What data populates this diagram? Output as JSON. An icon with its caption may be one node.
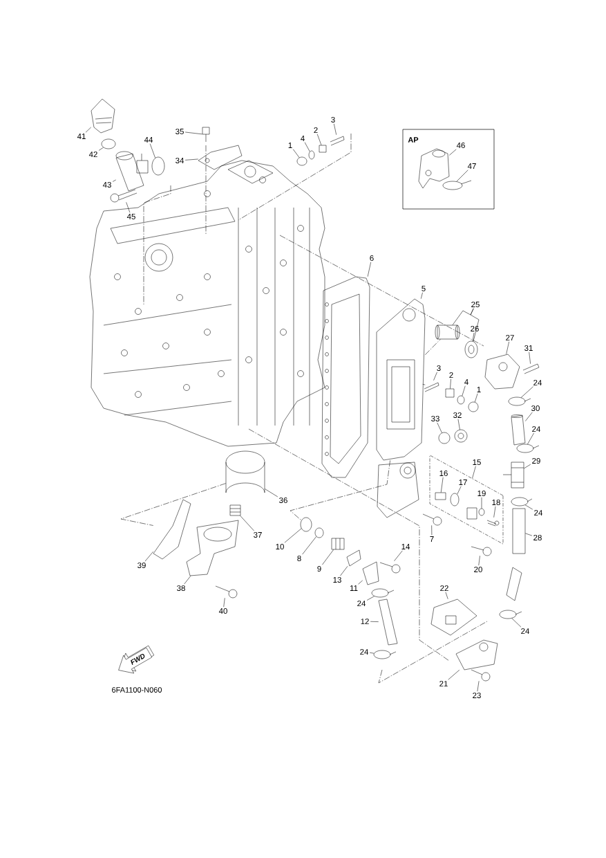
{
  "diagram": {
    "nodes": [
      {
        "text": [
          "41"
        ]
      },
      {
        "text": [
          "35"
        ]
      },
      {
        "text": [
          "3"
        ]
      },
      {
        "text": [
          "2"
        ]
      },
      {
        "text": [
          "4"
        ]
      },
      {
        "text": [
          "1"
        ]
      },
      {
        "text": [
          "44"
        ]
      },
      {
        "text": [
          "AP"
        ]
      },
      {
        "text": [
          "46"
        ],
        "in": 7
      },
      {
        "text": [
          "47"
        ],
        "in": 7
      },
      {
        "text": [
          "42"
        ]
      },
      {
        "text": [
          "34"
        ]
      },
      {
        "text": [
          "43"
        ]
      },
      {
        "text": [
          "45"
        ]
      },
      {
        "text": [
          "6"
        ]
      },
      {
        "text": [
          "5"
        ]
      },
      {
        "text": [
          "25"
        ]
      },
      {
        "text": [
          "26"
        ]
      },
      {
        "text": [
          "27"
        ]
      },
      {
        "text": [
          "31"
        ]
      },
      {
        "text": [
          "3"
        ]
      },
      {
        "text": [
          "2"
        ]
      },
      {
        "text": [
          "4"
        ]
      },
      {
        "text": [
          "24"
        ]
      },
      {
        "text": [
          "1"
        ]
      },
      {
        "text": [
          "30"
        ]
      },
      {
        "text": [
          "32"
        ]
      },
      {
        "text": [
          "33"
        ]
      },
      {
        "text": [
          "24"
        ]
      },
      {
        "text": [
          "29"
        ]
      },
      {
        "text": [
          "15"
        ]
      },
      {
        "text": [
          "16"
        ],
        "in": 113
      },
      {
        "text": [
          "17"
        ],
        "in": 113
      },
      {
        "text": [
          "36"
        ]
      },
      {
        "text": [
          "19"
        ],
        "in": 113
      },
      {
        "text": [
          "18"
        ],
        "in": 113
      },
      {
        "text": [
          "24"
        ]
      },
      {
        "text": [
          "7"
        ]
      },
      {
        "text": [
          "37"
        ]
      },
      {
        "text": [
          "28"
        ]
      },
      {
        "text": [
          "10"
        ]
      },
      {
        "text": [
          "14"
        ]
      },
      {
        "text": [
          "8"
        ]
      },
      {
        "text": [
          "39"
        ]
      },
      {
        "text": [
          "9"
        ]
      },
      {
        "text": [
          "20"
        ]
      },
      {
        "text": [
          "13"
        ]
      },
      {
        "text": [
          "38"
        ]
      },
      {
        "text": [
          "11"
        ]
      },
      {
        "text": [
          "22"
        ]
      },
      {
        "text": [
          "24"
        ]
      },
      {
        "text": [
          "40"
        ]
      },
      {
        "text": [
          "12"
        ]
      },
      {
        "text": [
          "24"
        ]
      },
      {
        "text": [
          "24"
        ]
      },
      {
        "text": [
          "FWD"
        ]
      },
      {
        "text": [
          "21"
        ]
      },
      {
        "text": [
          "23"
        ]
      },
      {
        "text": [],
        "shape": "picture"
      },
      {
        "text": [],
        "shape": "picture"
      },
      {
        "text": [],
        "shape": "picture"
      },
      {
        "text": [],
        "shape": "box"
      },
      {
        "text": [],
        "shape": "circle"
      },
      {
        "text": [],
        "shape": "circle"
      },
      {
        "text": [],
        "shape": "circle"
      },
      {
        "text": [],
        "shape": "picture",
        "in": 7
      },
      {
        "text": [],
        "shape": "circle",
        "in": 7
      },
      {
        "text": [],
        "shape": "circle"
      },
      {
        "text": [],
        "shape": "picture"
      },
      {
        "text": [],
        "shape": "picture"
      },
      {
        "text": [],
        "shape": "picture"
      },
      {
        "text": [],
        "shape": "picture"
      },
      {
        "text": [],
        "shape": "picture"
      },
      {
        "text": [],
        "shape": "cylinder"
      },
      {
        "text": [],
        "shape": "circle"
      },
      {
        "text": [],
        "shape": "picture"
      },
      {
        "text": [],
        "shape": "picture"
      },
      {
        "text": [],
        "shape": "picture"
      },
      {
        "text": [],
        "shape": "box"
      },
      {
        "text": [],
        "shape": "circle"
      },
      {
        "text": [],
        "shape": "circle"
      },
      {
        "text": [],
        "shape": "circle"
      },
      {
        "text": [],
        "shape": "picture"
      },
      {
        "text": [],
        "shape": "circle"
      },
      {
        "text": [],
        "shape": "circle"
      },
      {
        "text": [],
        "shape": "circle"
      },
      {
        "text": [],
        "shape": "picture"
      },
      {
        "text": [],
        "shape": "box",
        "in": 113
      },
      {
        "text": [],
        "shape": "circle",
        "in": 113
      },
      {
        "text": [],
        "shape": "picture"
      },
      {
        "text": [],
        "shape": "circle",
        "in": 113
      },
      {
        "text": [],
        "shape": "picture",
        "in": 113
      },
      {
        "text": [],
        "shape": "circle"
      },
      {
        "text": [],
        "shape": "picture"
      },
      {
        "text": [],
        "shape": "picture"
      },
      {
        "text": [],
        "shape": "box"
      },
      {
        "text": [],
        "shape": "circle"
      },
      {
        "text": [],
        "shape": "picture"
      },
      {
        "text": [],
        "shape": "circle"
      },
      {
        "text": [],
        "shape": "picture"
      },
      {
        "text": [],
        "shape": "picture"
      },
      {
        "text": [],
        "shape": "picture"
      },
      {
        "text": [],
        "shape": "picture"
      },
      {
        "text": [],
        "shape": "picture"
      },
      {
        "text": [],
        "shape": "picture"
      },
      {
        "text": [],
        "shape": "picture"
      },
      {
        "text": [],
        "shape": "circle"
      },
      {
        "text": [],
        "shape": "picture"
      },
      {
        "text": [],
        "shape": "picture"
      },
      {
        "text": [],
        "shape": "circle"
      },
      {
        "text": [],
        "shape": "circle"
      },
      {
        "text": [],
        "shape": "picture"
      },
      {
        "text": [],
        "shape": "picture"
      },
      {
        "text": [],
        "shape": "box"
      }
    ],
    "edges": [
      {
        "from": 0,
        "to": 58,
        "arrow": "none"
      },
      {
        "from": 1,
        "to": 59,
        "arrow": "none"
      },
      {
        "from": 2,
        "to": 60,
        "arrow": "none"
      },
      {
        "from": 3,
        "to": 61,
        "arrow": "none"
      },
      {
        "from": 4,
        "to": 62,
        "arrow": "none"
      },
      {
        "from": 5,
        "to": 63,
        "arrow": "none"
      },
      {
        "from": 6,
        "to": 64,
        "arrow": "none"
      },
      {
        "from": 8,
        "to": 65,
        "arrow": "none"
      },
      {
        "from": 9,
        "to": 66,
        "arrow": "none"
      },
      {
        "from": 10,
        "to": 67,
        "arrow": "none"
      },
      {
        "from": 11,
        "to": 68,
        "arrow": "none"
      },
      {
        "from": 12,
        "to": 69,
        "arrow": "none"
      },
      {
        "from": 13,
        "to": 70,
        "arrow": "none"
      },
      {
        "from": 14,
        "to": 71,
        "arrow": "none"
      },
      {
        "from": 15,
        "to": 72,
        "arrow": "none"
      },
      {
        "from": 16,
        "to": 73,
        "arrow": "none"
      },
      {
        "from": 16,
        "to": 74,
        "arrow": "none"
      },
      {
        "from": 17,
        "to": 74,
        "arrow": "none"
      },
      {
        "from": 18,
        "to": 75,
        "arrow": "none"
      },
      {
        "from": 19,
        "to": 76,
        "arrow": "none"
      },
      {
        "from": 20,
        "to": 77,
        "arrow": "none"
      },
      {
        "from": 21,
        "to": 78,
        "arrow": "none"
      },
      {
        "from": 22,
        "to": 79,
        "arrow": "none"
      },
      {
        "from": 23,
        "to": 80,
        "arrow": "none"
      },
      {
        "from": 24,
        "to": 81,
        "arrow": "none"
      },
      {
        "from": 25,
        "to": 82,
        "arrow": "none"
      },
      {
        "from": 26,
        "to": 83,
        "arrow": "none"
      },
      {
        "from": 27,
        "to": 84,
        "arrow": "none"
      },
      {
        "from": 28,
        "to": 85,
        "arrow": "none"
      },
      {
        "from": 29,
        "to": 86,
        "arrow": "none"
      },
      {
        "from": 30,
        "to": 113,
        "arrow": "none"
      },
      {
        "from": 31,
        "to": 87,
        "arrow": "none"
      },
      {
        "from": 32,
        "to": 88,
        "arrow": "none"
      },
      {
        "from": 33,
        "to": 89,
        "arrow": "none"
      },
      {
        "from": 34,
        "to": 90,
        "arrow": "none"
      },
      {
        "from": 35,
        "to": 91,
        "arrow": "none"
      },
      {
        "from": 36,
        "to": 92,
        "arrow": "none"
      },
      {
        "from": 37,
        "to": 93,
        "arrow": "none"
      },
      {
        "from": 38,
        "to": 94,
        "arrow": "none"
      },
      {
        "from": 39,
        "to": 95,
        "arrow": "none"
      },
      {
        "from": 40,
        "to": 96,
        "arrow": "none"
      },
      {
        "from": 41,
        "to": 97,
        "arrow": "none"
      },
      {
        "from": 42,
        "to": 98,
        "arrow": "none"
      },
      {
        "from": 43,
        "to": 99,
        "arrow": "none"
      },
      {
        "from": 44,
        "to": 100,
        "arrow": "none"
      },
      {
        "from": 45,
        "to": 101,
        "arrow": "none"
      },
      {
        "from": 46,
        "to": 102,
        "arrow": "none"
      },
      {
        "from": 47,
        "to": 103,
        "arrow": "none"
      },
      {
        "from": 48,
        "to": 104,
        "arrow": "none"
      },
      {
        "from": 49,
        "to": 105,
        "arrow": "none"
      },
      {
        "from": 50,
        "to": 106,
        "arrow": "none"
      },
      {
        "from": 51,
        "to": 107,
        "arrow": "none"
      },
      {
        "from": 52,
        "to": 108,
        "arrow": "none"
      },
      {
        "from": 53,
        "to": 109,
        "arrow": "none"
      },
      {
        "from": 54,
        "to": 110,
        "arrow": "none"
      },
      {
        "from": 56,
        "to": 111,
        "arrow": "none"
      },
      {
        "from": 57,
        "to": 112,
        "arrow": "none"
      },
      {
        "from": 89,
        "to": 99,
        "arrow": "none",
        "style": "dashed"
      },
      {
        "from": 72,
        "to": 96,
        "arrow": "none",
        "style": "dashed"
      },
      {
        "from": 72,
        "to": 73,
        "arrow": "none",
        "style": "dashed"
      },
      {
        "from": 72,
        "to": 77,
        "arrow": "none",
        "style": "dashed"
      }
    ],
    "labels": [
      "6FA1100-N060"
    ]
  }
}
